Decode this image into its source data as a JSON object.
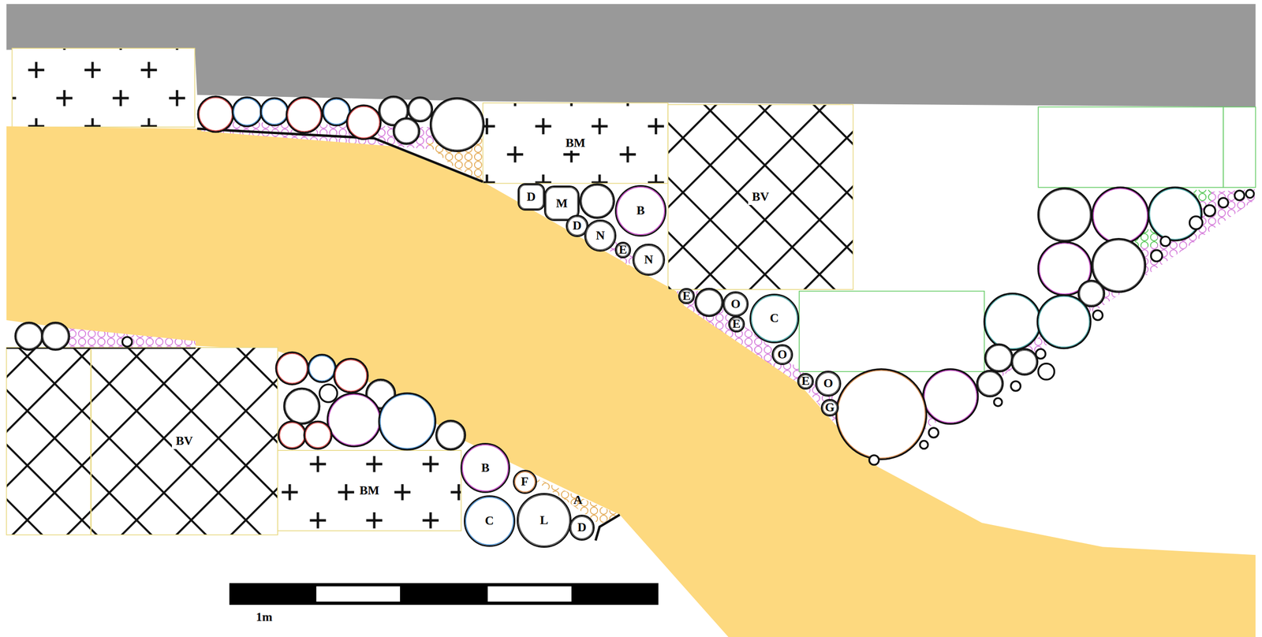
{
  "diagram": {
    "nodes": [
      {
        "text": [
          "BM"
        ]
      },
      {
        "text": [
          "BV"
        ]
      },
      {
        "text": [
          "D"
        ]
      },
      {
        "text": [
          "M"
        ]
      },
      {
        "text": [
          "B"
        ]
      },
      {
        "text": [
          "D"
        ]
      },
      {
        "text": [
          "N"
        ]
      },
      {
        "text": [
          "E"
        ]
      },
      {
        "text": [
          "N"
        ]
      },
      {
        "text": [
          "E"
        ]
      },
      {
        "text": [
          "O"
        ]
      },
      {
        "text": [
          "C"
        ]
      },
      {
        "text": [
          "E"
        ]
      },
      {
        "text": [
          "O"
        ]
      },
      {
        "text": [
          "E"
        ]
      },
      {
        "text": [
          "O"
        ]
      },
      {
        "text": [
          "G"
        ]
      },
      {
        "text": [
          "BV"
        ]
      },
      {
        "text": [
          "BM"
        ]
      },
      {
        "text": [
          "B"
        ]
      },
      {
        "text": [
          "F"
        ]
      },
      {
        "text": [
          "A"
        ]
      },
      {
        "text": [
          "C"
        ]
      },
      {
        "text": [
          "L"
        ]
      },
      {
        "text": [
          "D"
        ]
      }
    ],
    "labels": [
      "1m"
    ]
  }
}
